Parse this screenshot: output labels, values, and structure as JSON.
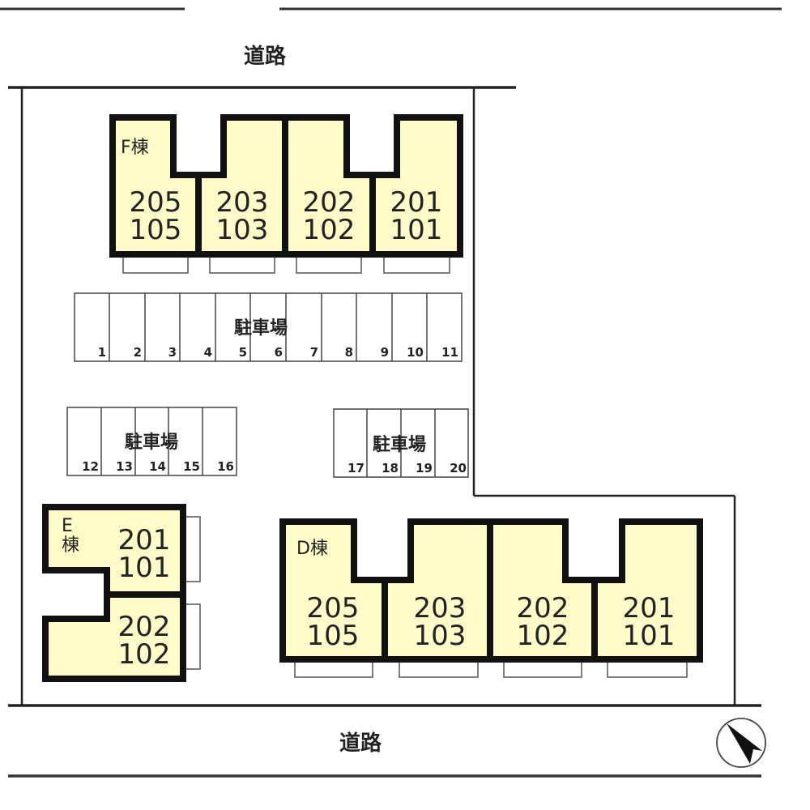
{
  "colors": {
    "unit_fill": "#fdfcc8",
    "wall": "#111111",
    "line": "#333333",
    "background": "#ffffff"
  },
  "roads": {
    "top_label": "道路",
    "bottom_label": "道路"
  },
  "compass": {
    "icon": "north-arrow-icon",
    "direction": "north-west"
  },
  "buildings": {
    "F": {
      "label": "F棟",
      "units": [
        {
          "upper": "205",
          "lower": "105"
        },
        {
          "upper": "203",
          "lower": "103"
        },
        {
          "upper": "202",
          "lower": "102"
        },
        {
          "upper": "201",
          "lower": "101"
        }
      ]
    },
    "E": {
      "label_line1": "E",
      "label_line2": "棟",
      "units": [
        {
          "upper": "201",
          "lower": "101"
        },
        {
          "upper": "202",
          "lower": "102"
        }
      ]
    },
    "D": {
      "label": "D棟",
      "units": [
        {
          "upper": "205",
          "lower": "105"
        },
        {
          "upper": "203",
          "lower": "103"
        },
        {
          "upper": "202",
          "lower": "102"
        },
        {
          "upper": "201",
          "lower": "101"
        }
      ]
    }
  },
  "parking": {
    "lots": [
      {
        "label": "駐車場",
        "spaces": [
          "1",
          "2",
          "3",
          "4",
          "5",
          "6",
          "7",
          "8",
          "9",
          "10",
          "11"
        ]
      },
      {
        "label": "駐車場",
        "spaces": [
          "12",
          "13",
          "14",
          "15",
          "16"
        ]
      },
      {
        "label": "駐車場",
        "spaces": [
          "17",
          "18",
          "19",
          "20"
        ]
      }
    ]
  }
}
